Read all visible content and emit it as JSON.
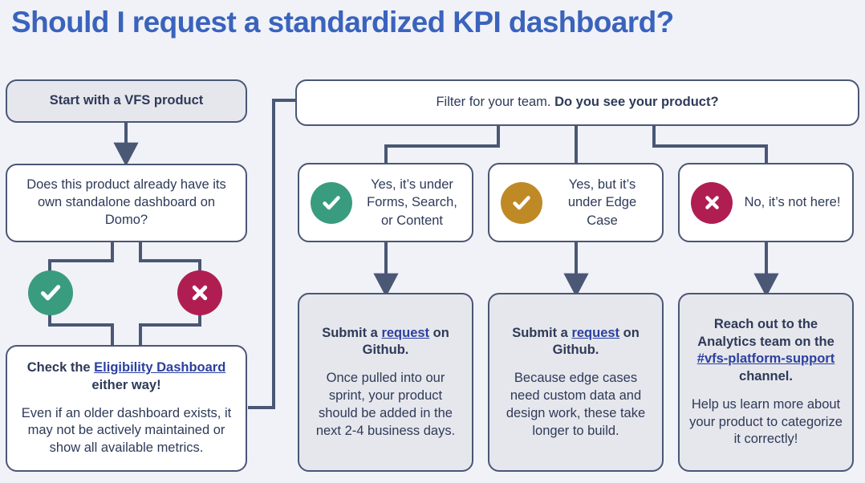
{
  "title": "Should I request a standardized KPI dashboard?",
  "theme": {
    "background": "#f0f2f7",
    "title_color": "#3a63bd",
    "text_color": "#2e3a59",
    "border_color": "#4a5775",
    "box_fill_gray": "#e6e7ec",
    "box_fill_white": "#ffffff",
    "link_color": "#2b3fa0",
    "green": "#3a9c7e",
    "gold": "#bf8a26",
    "crimson": "#b01e51"
  },
  "nodes": {
    "start": {
      "label": "Start with a VFS product"
    },
    "question_domo": {
      "label": "Does this product already have its own standalone dashboard on Domo?"
    },
    "eligibility": {
      "heading_prefix": "Check the ",
      "heading_link": "Eligibility Dashboard",
      "heading_suffix": " either way!",
      "body": "Even if an older dashboard exists, it may not be actively maintained or show all available metrics."
    },
    "filter": {
      "text_normal": "Filter for your team. ",
      "text_bold": "Do you see your product?"
    },
    "option_yes_forms": {
      "icon": "check-circle-icon",
      "icon_color": "#3a9c7e",
      "label": "Yes, it’s under Forms, Search, or Content"
    },
    "option_yes_edge": {
      "icon": "check-circle-icon",
      "icon_color": "#bf8a26",
      "label": "Yes, but it’s under Edge Case"
    },
    "option_no": {
      "icon": "x-circle-icon",
      "icon_color": "#b01e51",
      "label": "No, it’s not here!"
    },
    "result_forms": {
      "heading_prefix": "Submit a ",
      "heading_link": "request",
      "heading_suffix": " on Github.",
      "body": "Once pulled into our sprint, your product should be added in the next 2-4 business days."
    },
    "result_edge": {
      "heading_prefix": "Submit a ",
      "heading_link": "request",
      "heading_suffix": " on Github.",
      "body": "Because edge cases need custom data and design work, these take longer to build."
    },
    "result_not_here": {
      "heading_prefix": "Reach out to the Analytics team on the ",
      "heading_link": "#vfs-platform-support",
      "heading_suffix": " channel.",
      "body": "Help us  learn more about your product to categorize it correctly!"
    }
  },
  "decision_badges": {
    "yes": {
      "icon": "check-circle-icon",
      "color": "#3a9c7e"
    },
    "no": {
      "icon": "x-circle-icon",
      "color": "#b01e51"
    }
  }
}
